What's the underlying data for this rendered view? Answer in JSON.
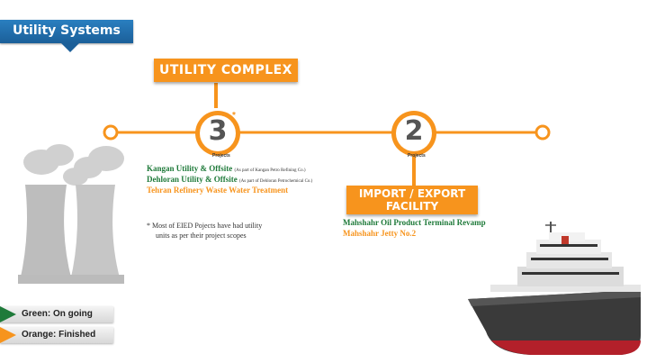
{
  "header": {
    "title": "Utility Systems"
  },
  "utility_complex": {
    "label": "UTILITY COMPLEX",
    "count": "3",
    "asterisk": "*",
    "count_caption": "Projects",
    "projects": [
      {
        "name": "Kangan Utility & Offsite",
        "note": "(As part of Kangan Petro Refining Co.)",
        "status": "ongoing"
      },
      {
        "name": "Dehloran Utility & Offsite",
        "note": "(As part of Dehloran Petrochemical Co.)",
        "status": "ongoing"
      },
      {
        "name": "Tehran Refinery Waste Water Treatment",
        "note": "",
        "status": "finished"
      }
    ]
  },
  "import_export": {
    "label_line1": "IMPORT / EXPORT",
    "label_line2": "FACILITY",
    "count": "2",
    "count_caption": "Projects",
    "projects": [
      {
        "name": "Mahshahr Oil Product Terminal Revamp",
        "status": "ongoing"
      },
      {
        "name": "Mahshahr Jetty No.2",
        "status": "finished"
      }
    ]
  },
  "footnote": {
    "line1": "* Most of EIED Pojects have had utility",
    "line2": "units as per their project scopes"
  },
  "legend": {
    "ongoing": "Green: On going",
    "finished": "Orange: Finished"
  },
  "colors": {
    "ongoing": "#1f7a3a",
    "finished": "#f7941d",
    "header": "#2a7fc0",
    "timeline": "#f7941d"
  }
}
